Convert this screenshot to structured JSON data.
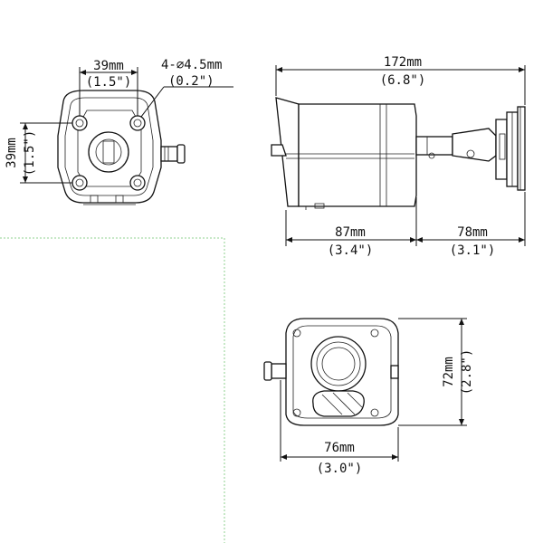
{
  "bottom_view": {
    "width_mm": "39mm",
    "width_in": "(1.5\")",
    "height_mm": "39mm",
    "height_in": "(1.5\")",
    "hole_spec": "4-∅4.5mm",
    "hole_in": "(0.2\")"
  },
  "side_view": {
    "total_mm": "172mm",
    "total_in": "(6.8\")",
    "body_mm": "87mm",
    "body_in": "(3.4\")",
    "bracket_mm": "78mm",
    "bracket_in": "(3.1\")"
  },
  "front_view": {
    "height_mm": "72mm",
    "height_in": "(2.8\")",
    "width_mm": "76mm",
    "width_in": "(3.0\")"
  },
  "colors": {
    "line": "#111111",
    "dashed_box": "#8fd08f"
  }
}
